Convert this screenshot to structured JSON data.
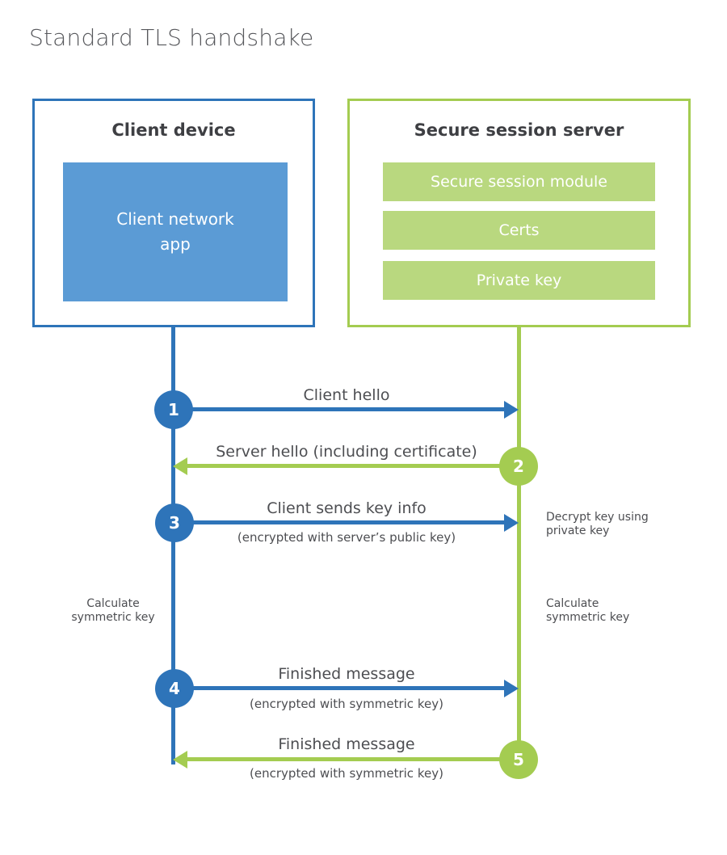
{
  "title": "Standard TLS handshake",
  "client": {
    "heading": "Client device",
    "module": "Client network app"
  },
  "server": {
    "heading": "Secure session server",
    "modules": [
      "Secure session module",
      "Certs",
      "Private key"
    ]
  },
  "steps": [
    {
      "num": "1",
      "label": "Client hello"
    },
    {
      "num": "2",
      "label": "Server hello (including certificate)"
    },
    {
      "num": "3",
      "label": "Client sends key info",
      "sub": "(encrypted with server’s public key)"
    },
    {
      "num": "4",
      "label": "Finished message",
      "sub": "(encrypted with symmetric key)"
    },
    {
      "num": "5",
      "label": "Finished message",
      "sub": "(encrypted with symmetric key)"
    }
  ],
  "notes": {
    "decrypt_line1": "Decrypt key using",
    "decrypt_line2": "private key",
    "calc_line1": "Calculate",
    "calc_line2": "symmetric key"
  },
  "colors": {
    "blue": "#2e74b9",
    "blue_fill": "#5b9bd5",
    "green": "#a4cc51",
    "green_fill": "#b9d87f"
  }
}
